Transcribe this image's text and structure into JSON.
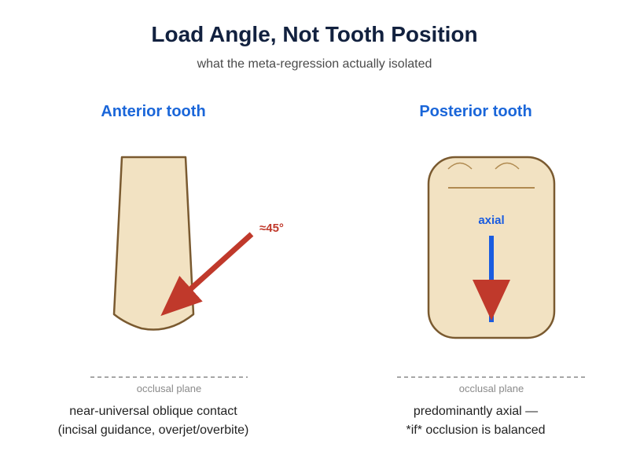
{
  "title": "Load Angle, Not Tooth Position",
  "subtitle": "what the meta-regression actually isolated",
  "anterior": {
    "heading": "Anterior tooth",
    "angle_label": "≈45°",
    "plane_label": "occlusal plane",
    "caption_line1": "near-universal oblique contact",
    "caption_line2": "(incisal guidance, overjet/overbite)"
  },
  "posterior": {
    "heading": "Posterior tooth",
    "axial_label": "axial",
    "plane_label": "occlusal plane",
    "caption_line1": "predominantly axial —",
    "caption_line2": "*if* occlusion is balanced"
  },
  "colors": {
    "tooth_fill": "#f2e2c2",
    "tooth_stroke": "#7a5a30",
    "oblique_arrow": "#c0392b",
    "axial_arrow": "#1a5ce0",
    "heading": "#1a66d9"
  }
}
